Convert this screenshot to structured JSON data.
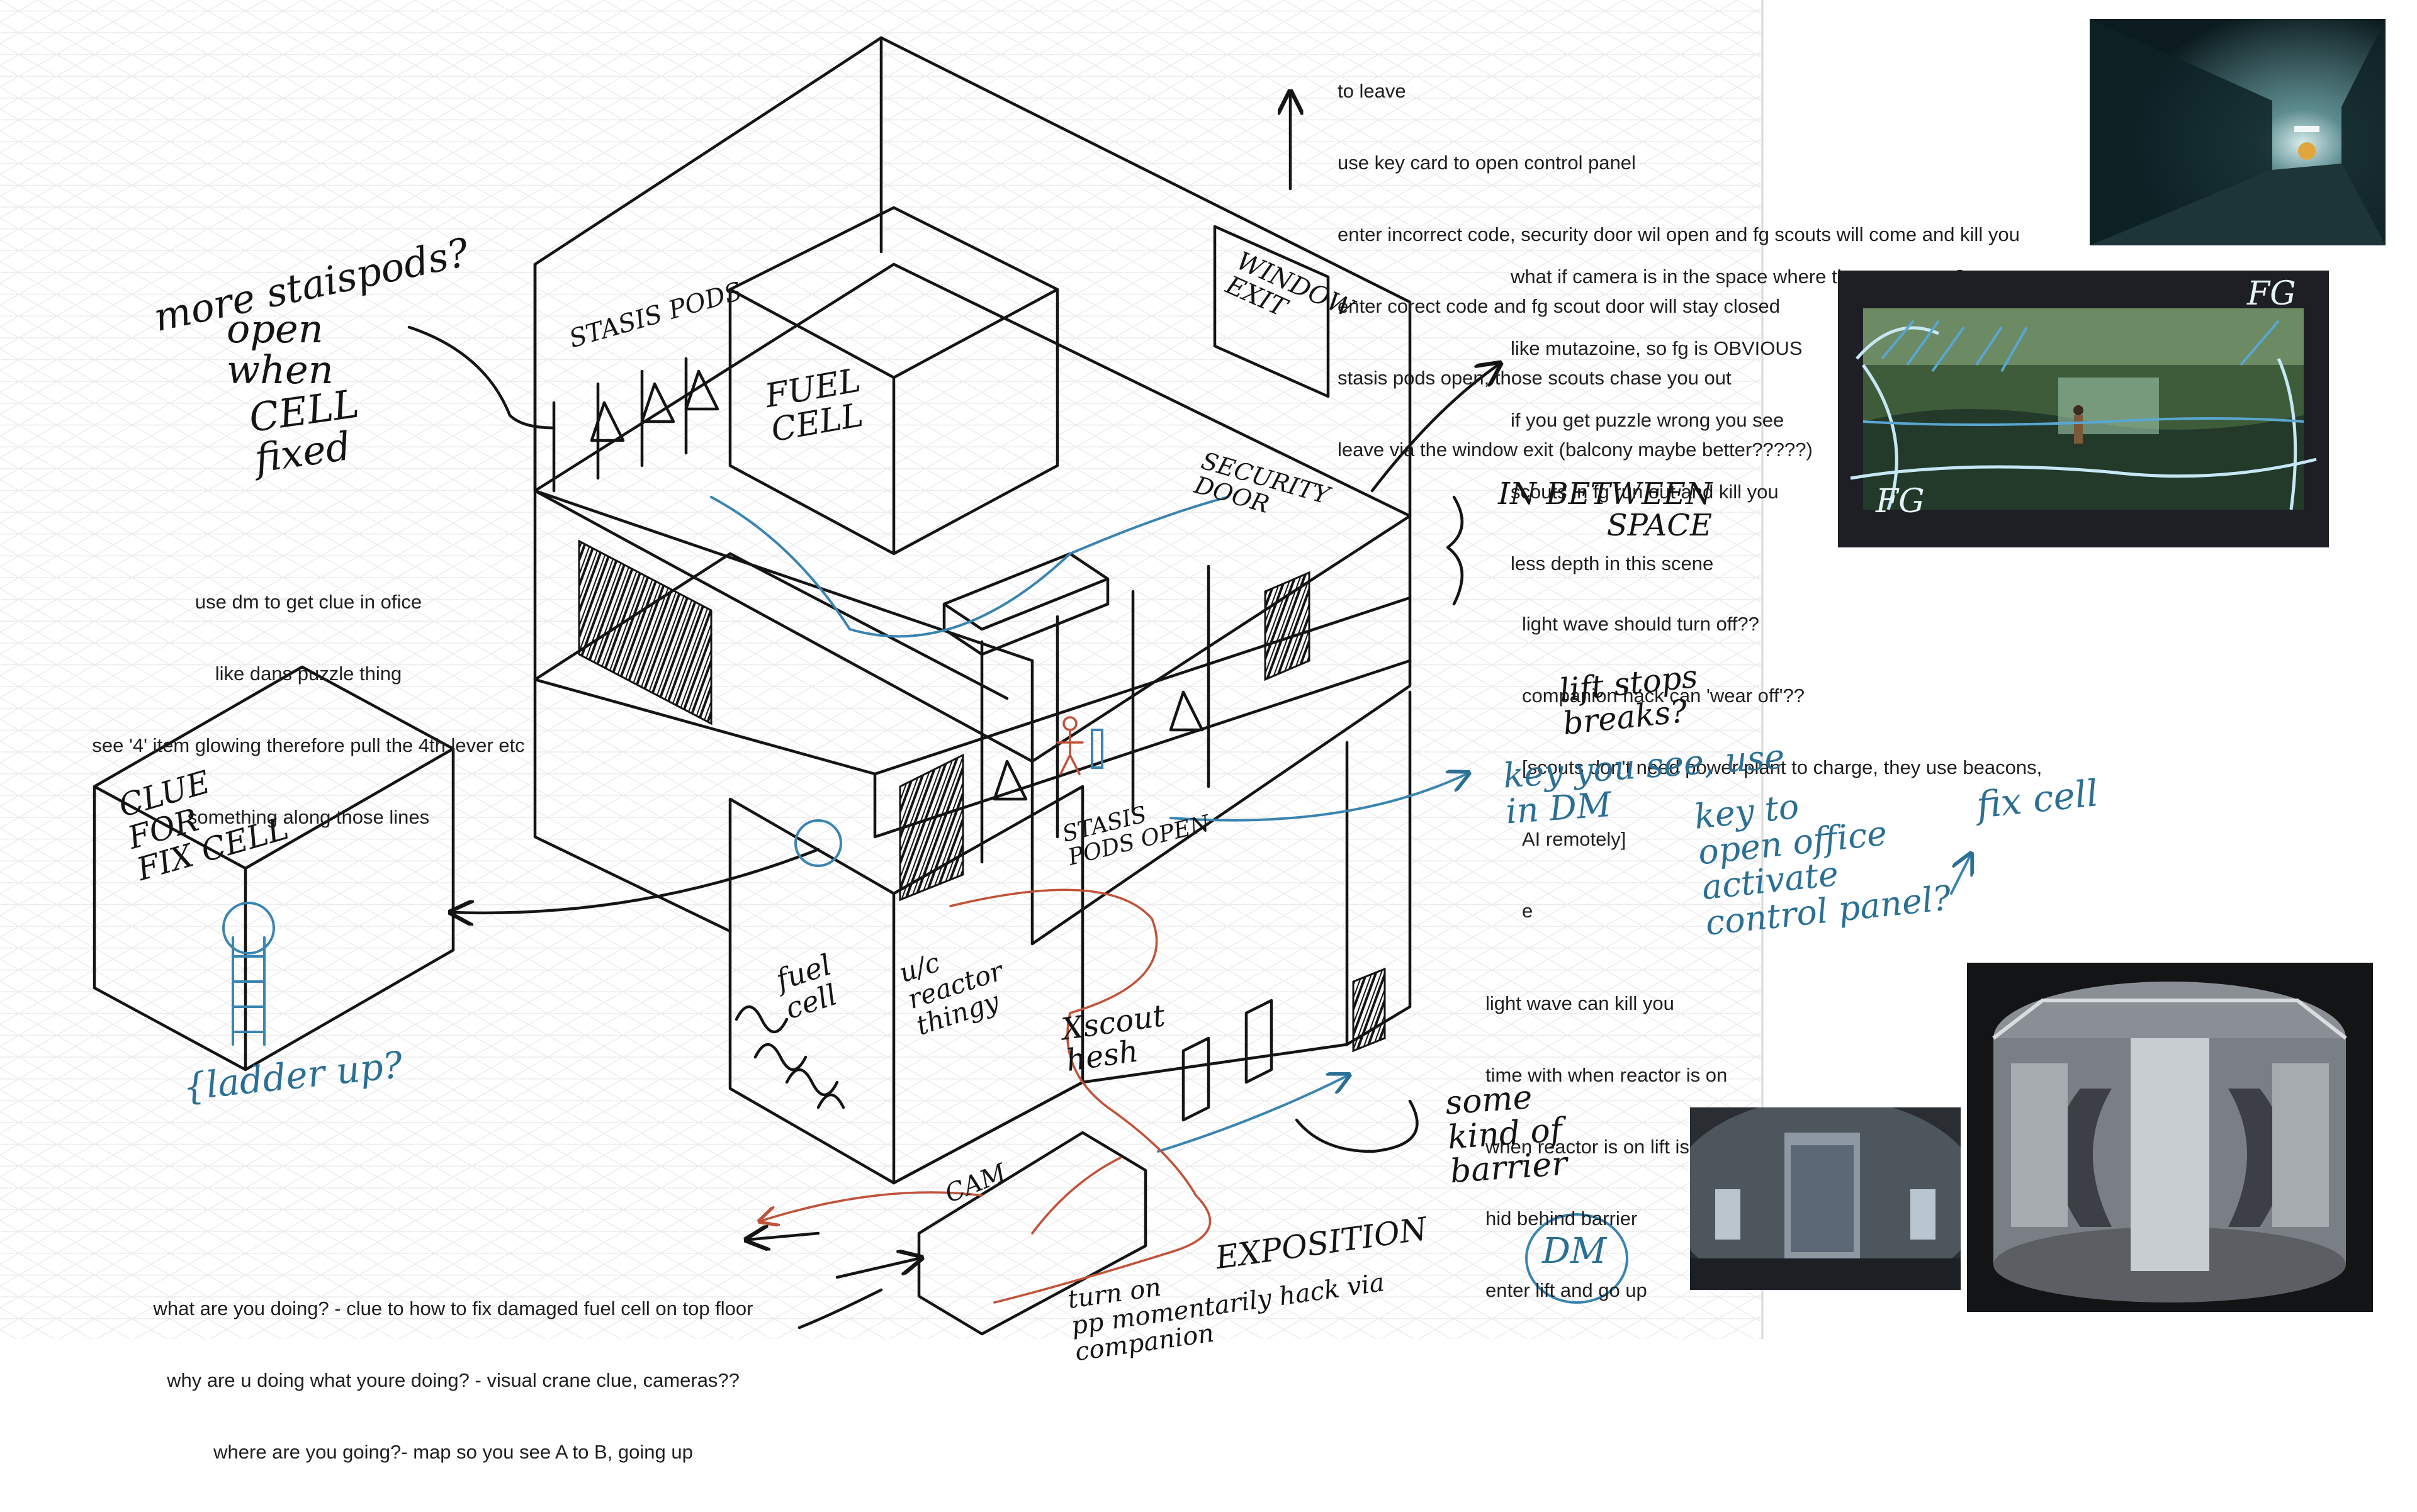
{
  "notes": {
    "leave_block": [
      "to leave",
      "use key card to open control panel",
      "enter incorrect code, security door wil open and fg scouts will come and kill you",
      "enter corect code and fg scout door will stay closed",
      "stasis pods open, those scouts chase you out",
      "leave via the window exit (balcony maybe better?????)"
    ],
    "camera_block": [
      "what if camera is in the space where the scouts are?",
      "like mutazoine, so fg is OBVIOUS",
      "if you get puzzle wrong you see",
      "scouts in fg run out and kill you",
      "less depth in this scene"
    ],
    "lightwave_block": [
      "light wave should turn off??",
      "companion hack can 'wear off'??",
      "[scouts don't need power plant to charge, they use beacons,",
      "AI remotely]",
      "e"
    ],
    "reactor_block": [
      "light wave can kill you",
      "time with when reactor is on",
      "when reactor is on lift is on (power is on)",
      "hid behind barrier",
      "enter lift and go up"
    ],
    "dm_block": [
      "use dm to get clue in ofice",
      "like dans puzzle thing",
      "see '4' item glowing therefore pull the 4th lever etc",
      "something along those lines"
    ],
    "questions_block": [
      "what are you doing? - clue to how to fix damaged fuel cell on top floor",
      "why are u doing what youre doing? - visual crane clue, cameras??",
      "where are you going?- map so you see A to B, going up"
    ]
  },
  "handwriting": {
    "more_stasis": "more staispods?",
    "open_when": "open\nwhen",
    "cell_fixed": "CELL\nfixed",
    "stasis_pods": "STASIS PODS",
    "fuel_cell_top": "FUEL\nCELL",
    "window_exit": "WINDOW\nEXIT",
    "security_door": "SECURITY\nDOOR",
    "in_between": "IN BETWEEN\nSPACE",
    "lift_stops": "lift stops\nbreaks?",
    "clue_fix_cell": "CLUE\nFOR\nFIX CELL",
    "ladder_up": "{ladder up?",
    "stasis_pods_open": "STASIS\nPODS OPEN",
    "fuel_cell_low": "fuel\ncell",
    "reactor_thingy": "u/c\nreactor\nthingy",
    "scout_hesh": "Xscout\nhesh",
    "some_barrier": "some\nkind of\nbarrier",
    "cam": "CAM",
    "exposition": "EXPOSITION",
    "turn_on": "turn on\npp momentarily hack via\ncompanion",
    "key_you_see": "key you see, use\nin DM",
    "key_to_open": "key to\nopen office\nactivate\ncontrol panel?",
    "fix_cell": "fix cell",
    "dm_blue": "DM",
    "fg_top": "FG",
    "fg_bottom": "FG"
  },
  "colors": {
    "ink_black": "#141414",
    "ink_blue": "#2b6f94",
    "ink_red": "#c0533a",
    "grid": "#e9e9ea"
  }
}
